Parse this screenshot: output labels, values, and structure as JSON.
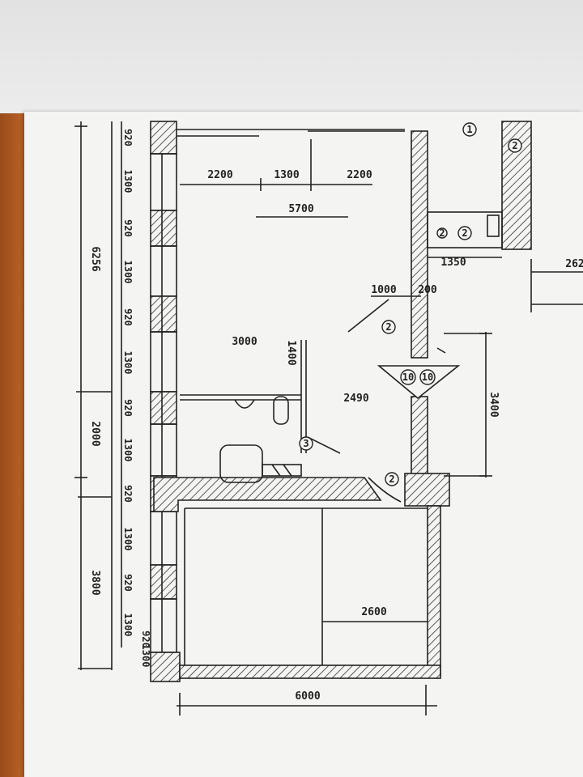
{
  "plan": {
    "dimensions": {
      "top_left": "2200",
      "top_mid": "1300",
      "top_right": "2200",
      "top_total": "5700",
      "area_upper": "3000",
      "corridor_width": "1000",
      "right_small_a": "1350",
      "right_small_b": "200",
      "right_edge": "262",
      "right_vertical": "3400",
      "bath_label": "1400",
      "corridor_label": "2490",
      "lower_room": "2600",
      "bottom_total": "6000",
      "left_total_upper": "6256",
      "left_mid": "2000",
      "left_lower": "3800",
      "win_1": "920",
      "win_2": "1300",
      "win_3": "920",
      "win_4": "1300",
      "win_5": "920",
      "win_6": "1300",
      "win_7": "920",
      "win_8": "1300",
      "win_9": "920",
      "win_10": "1300",
      "win_11": "920",
      "win_12": "1300",
      "win_13": "920",
      "win_14": "1300"
    },
    "markers": {
      "m1": "1",
      "m2": "2",
      "m3": "2",
      "m4": "3",
      "m5": "2",
      "m6": "2",
      "m7": "10",
      "m8": "10",
      "m9": "2"
    }
  }
}
